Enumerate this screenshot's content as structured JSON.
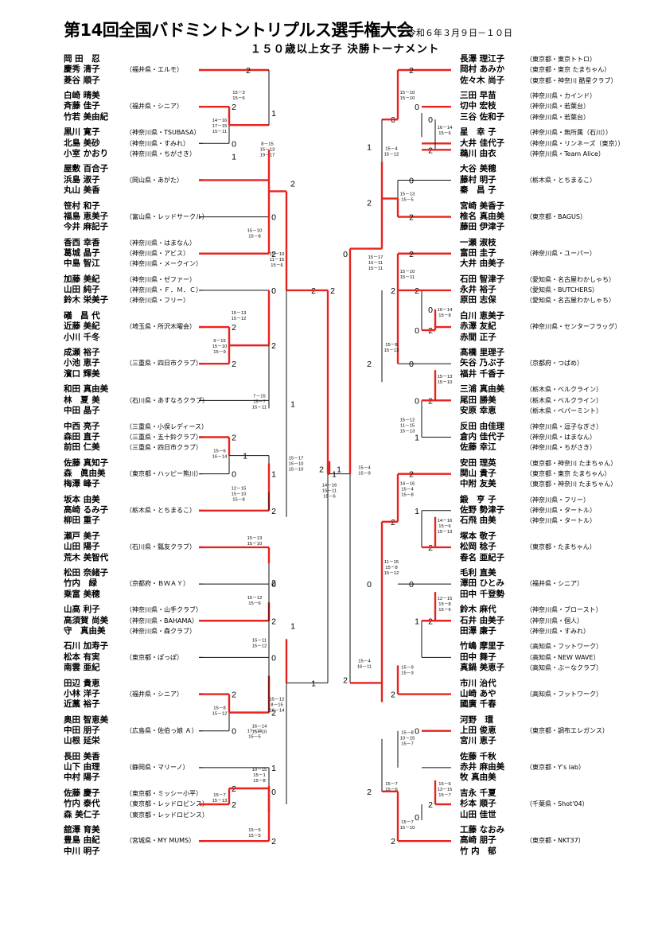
{
  "header": {
    "title": "第14回全国バドミントントリプルス選手権大会",
    "date": "令和６年３月９日－１０日",
    "subtitle": "１５０歳以上女子 決勝トーナメント"
  },
  "left": [
    {
      "p": [
        "岡 田　忍",
        "慶秀 清子",
        "菱谷 順子"
      ],
      "c": [
        "",
        "（福井県・エルモ）",
        ""
      ]
    },
    {
      "p": [
        "白崎 晴美",
        "斉藤 佳子",
        "竹若 美由紀"
      ],
      "c": [
        "",
        "（福井県・シニア）",
        ""
      ]
    },
    {
      "p": [
        "黒川 寛子",
        "北島 美砂",
        "小室 かおり"
      ],
      "c": [
        "（神奈川県・TSUBASA）",
        "（神奈川県・すみれ）",
        "（神奈川県・ちがさき）"
      ]
    },
    {
      "p": [
        "屋敷 百合子",
        "浜島 淑子",
        "丸山 美香"
      ],
      "c": [
        "",
        "（岡山県・あがた）",
        ""
      ]
    },
    {
      "p": [
        "笹村 和子",
        "福島 恵美子",
        "今井 麻記子"
      ],
      "c": [
        "",
        "（富山県・レッドサークル）",
        ""
      ]
    },
    {
      "p": [
        "香西 幸香",
        "葛城 晶子",
        "中島 智江"
      ],
      "c": [
        "（神奈川県・はまなん）",
        "（神奈川県・アビス）",
        "（神奈川県・メークイン）"
      ]
    },
    {
      "p": [
        "加藤 美紀",
        "山田 純子",
        "鈴木 栄美子"
      ],
      "c": [
        "（神奈川県・ゼファー）",
        "（神奈川県・Ｆ．Ｍ．Ｃ）",
        "（神奈川県・フリー）"
      ]
    },
    {
      "p": [
        "礒　昌 代",
        "近藤 美紀",
        "小川 千冬"
      ],
      "c": [
        "",
        "（埼玉県・所沢木曜会）",
        ""
      ]
    },
    {
      "p": [
        "成瀬 裕子",
        "小池 恵子",
        "濱口 輝美"
      ],
      "c": [
        "",
        "（三重県・四日市クラブ）",
        ""
      ]
    },
    {
      "p": [
        "和田 真由美",
        "林　夏 美",
        "中田 晶子"
      ],
      "c": [
        "",
        "（石川県・あすなろクラブ）",
        ""
      ]
    },
    {
      "p": [
        "中西 亮子",
        "森田 直子",
        "前田 仁美"
      ],
      "c": [
        "（三重県・小俣レディース）",
        "（三重県・五十鈴クラブ）",
        "（三重県・四日市クラブ）"
      ]
    },
    {
      "p": [
        "佐藤 真知子",
        "森　眞由美",
        "梅澤 峰子"
      ],
      "c": [
        "",
        "（東京都・ハッピー熊川）",
        ""
      ]
    },
    {
      "p": [
        "坂本 由美",
        "高崎 るみ子",
        "柳田 重子"
      ],
      "c": [
        "",
        "（栃木県・とちまるこ）",
        ""
      ]
    },
    {
      "p": [
        "瀬戸 美子",
        "山田 陽子",
        "荒木 美智代"
      ],
      "c": [
        "",
        "（石川県・瓢友クラブ）",
        ""
      ]
    },
    {
      "p": [
        "松田 奈緒子",
        "竹内　緑",
        "乗富 美穂"
      ],
      "c": [
        "",
        "（京都府・ＢＷＡＹ）",
        ""
      ]
    },
    {
      "p": [
        "山高 利子",
        "高須賀 尚美",
        "守　真由美"
      ],
      "c": [
        "（神奈川県・山手クラブ）",
        "（神奈川県・BAHAMA）",
        "（神奈川県・森クラブ）"
      ]
    },
    {
      "p": [
        "石川 加寿子",
        "松本 有実",
        "南雲 亜紀"
      ],
      "c": [
        "",
        "（東京都・ぽっぽ）",
        ""
      ]
    },
    {
      "p": [
        "田辺 貴恵",
        "小林 洋子",
        "近藁 裕子"
      ],
      "c": [
        "",
        "（福井県・シニア）",
        ""
      ]
    },
    {
      "p": [
        "奥田 智恵美",
        "中田 朋子",
        "山根 延栄"
      ],
      "c": [
        "",
        "（広島県・佐伯っ娘 Ａ）",
        ""
      ]
    },
    {
      "p": [
        "長田 美香",
        "山下 由理",
        "中村 陽子"
      ],
      "c": [
        "",
        "（静岡県・マリーノ）",
        ""
      ]
    },
    {
      "p": [
        "佐藤 慶子",
        "竹内 泰代",
        "森 美仁子"
      ],
      "c": [
        "（東京都・ミッシー小平）",
        "（東京都・レッドロビンス）",
        "（東京都・レッドロビンス）"
      ]
    },
    {
      "p": [
        "舘澤 育美",
        "豊島 由紀",
        "中川 明子"
      ],
      "c": [
        "",
        "（宮城県・MY MUMS）",
        ""
      ]
    }
  ],
  "right": [
    {
      "p": [
        "長澤 理江子",
        "岡村 あみか",
        "佐々木 尚子"
      ],
      "c": [
        "（東京都・東京トトロ）",
        "（東京都・東京 たまちゃん）",
        "（東京都・神奈川 酷星クラブ）"
      ]
    },
    {
      "p": [
        "三田 早苗",
        "切中 宏枝",
        "三谷 佐和子"
      ],
      "c": [
        "（神奈川県・カインド）",
        "（神奈川県・若葉台）",
        "（神奈川県・若葉台）"
      ]
    },
    {
      "p": [
        "星　幸 子",
        "大井 佳代子",
        "鵜川 由衣"
      ],
      "c": [
        "（神奈川県・無所属（石川））",
        "（神奈川県・リンネーズ（東京））",
        "（神奈川県・Team Alice）"
      ]
    },
    {
      "p": [
        "大谷 美穂",
        "藤村 明子",
        "秦　昌 子"
      ],
      "c": [
        "",
        "（栃木県・とちまるこ）",
        ""
      ]
    },
    {
      "p": [
        "宮崎 美香子",
        "椎名 真由美",
        "藤田 伊津子"
      ],
      "c": [
        "",
        "（東京都・BAGUS）",
        ""
      ]
    },
    {
      "p": [
        "一瀬 淑枝",
        "富田 圭子",
        "大井 由美子"
      ],
      "c": [
        "",
        "（神奈川県・ユーパー）",
        ""
      ]
    },
    {
      "p": [
        "石田 智津子",
        "永井 裕子",
        "原田 志保"
      ],
      "c": [
        "（愛知県・名古屋わかしゃち）",
        "（愛知県・BUTCHERS）",
        "（愛知県・名古屋わかしゃち）"
      ]
    },
    {
      "p": [
        "白川 恵美子",
        "赤澤 友紀",
        "赤間 正子"
      ],
      "c": [
        "",
        "（神奈川県・センターフラッグ）",
        ""
      ]
    },
    {
      "p": [
        "髙橋 里理子",
        "矢谷 乃ぶ子",
        "福井 千香子"
      ],
      "c": [
        "",
        "（京都府・つばめ）",
        ""
      ]
    },
    {
      "p": [
        "三浦 真由美",
        "尾田 勝美",
        "安原 幸恵"
      ],
      "c": [
        "（栃木県・ベルクライン）",
        "（栃木県・ベルクライン）",
        "（栃木県・ベパーミント）"
      ]
    },
    {
      "p": [
        "反田 由佳理",
        "倉内 佳代子",
        "佐藤 幸江"
      ],
      "c": [
        "（神奈川県・逗子なぎさ）",
        "（神奈川県・はまなん）",
        "（神奈川県・ちがさき）"
      ]
    },
    {
      "p": [
        "安田 理英",
        "関山 貴子",
        "中附 友美"
      ],
      "c": [
        "（東京都・神奈川 たまちゃん）",
        "（東京都・東京 たまちゃん）",
        "（東京都・神奈川 たまちゃん）"
      ]
    },
    {
      "p": [
        "鍛　亨 子",
        "佐野 勢津子",
        "石飛 由美"
      ],
      "c": [
        "（神奈川県・フリー）",
        "（神奈川県・タートル）",
        "（神奈川県・タートル）"
      ]
    },
    {
      "p": [
        "塚本 敬子",
        "松岡 稔子",
        "春名 亜紀子"
      ],
      "c": [
        "",
        "（東京都・たまちゃん）",
        ""
      ]
    },
    {
      "p": [
        "毛利 直美",
        "澤田 ひとみ",
        "田中 千登勢"
      ],
      "c": [
        "",
        "（福井県・シニア）",
        ""
      ]
    },
    {
      "p": [
        "鈴木 麻代",
        "石井 由美子",
        "田澤 廉子"
      ],
      "c": [
        "（神奈川県・ブロースト）",
        "（神奈川県・個人）",
        "（神奈川県・すみれ）"
      ]
    },
    {
      "p": [
        "竹嶋 摩里子",
        "田中 舞子",
        "真鍋 美恵子"
      ],
      "c": [
        "（高知県・フットワーク）",
        "（高知県・NEW WAVE）",
        "（高知県・ぶーなクラブ）"
      ]
    },
    {
      "p": [
        "市川 治代",
        "山崎 あや",
        "國廣 千春"
      ],
      "c": [
        "",
        "（高知県・フットワーク）",
        ""
      ]
    },
    {
      "p": [
        "河野　環",
        "上田 俊恵",
        "宮川 恵子"
      ],
      "c": [
        "",
        "（東京都・調布エレガンス）",
        ""
      ]
    },
    {
      "p": [
        "佐藤 千秋",
        "赤井 麻由美",
        "牧 真由美"
      ],
      "c": [
        "",
        "（東京都・Y's lab）",
        ""
      ]
    },
    {
      "p": [
        "吉永 千夏",
        "杉本 順子",
        "山田 佳世"
      ],
      "c": [
        "",
        "（千葉県・Shot'04）",
        ""
      ]
    },
    {
      "p": [
        "工藤 なおみ",
        "高崎 朋子",
        "竹 内　郁"
      ],
      "c": [
        "",
        "（東京都・NKT37）",
        ""
      ]
    }
  ],
  "scores": {
    "L1": [
      "15－3",
      "15－6"
    ],
    "L2": [
      "14－16",
      "17－15",
      "15－11"
    ],
    "L3": [
      "8－15",
      "15－13",
      "19－17"
    ],
    "L4": [
      "15－10",
      "15－8"
    ],
    "L5": [
      "15－10",
      "11－15",
      "15－6"
    ],
    "L6": [
      "15－13",
      "15－12"
    ],
    "L7": [
      "9－15",
      "15－10",
      "15－9"
    ],
    "L8": [
      "7－15",
      "15－7",
      "15－11"
    ],
    "L9": [
      "15－6",
      "16－14"
    ],
    "L10": [
      "12－15",
      "15－10",
      "15－8"
    ],
    "L11": [
      "15－17",
      "15－10",
      "15－10"
    ],
    "L12": [
      "15－13",
      "15－10"
    ],
    "L13": [
      "15－12",
      "15－6"
    ],
    "L14": [
      "15－11",
      "15－12"
    ],
    "L15": [
      "15－8",
      "15－12"
    ],
    "L16": [
      "17－15",
      "15－5"
    ],
    "L17": [
      "15－12",
      "8－15",
      "16－14"
    ],
    "L18": [
      "16－14",
      "15－10"
    ],
    "L19": [
      "10－15",
      "15－1",
      "15－8"
    ],
    "L20": [
      "15－7",
      "15－13"
    ],
    "L21": [
      "15－5",
      "15－5"
    ],
    "F": [
      "14－16",
      "15－11",
      "15－6"
    ],
    "R11": [
      "15－4",
      "15－9"
    ],
    "R1": [
      "15－10",
      "15－10"
    ],
    "R2": [
      "16－14",
      "15－6"
    ],
    "R3": [
      "15－4",
      "15－12"
    ],
    "R4": [
      "15－13",
      "15－5"
    ],
    "R5": [
      "15－17",
      "15－11",
      "15－11"
    ],
    "R6": [
      "15－10",
      "15－11"
    ],
    "R7": [
      "16－14",
      "15－8"
    ],
    "R8": [
      "15－8",
      "15－13"
    ],
    "R9": [
      "15－13",
      "15－10"
    ],
    "R10": [
      "15－12",
      "11－15",
      "15－13"
    ],
    "R12": [
      "14－16",
      "15－4",
      "15－8"
    ],
    "R13": [
      "14－16",
      "15－6",
      "15－13"
    ],
    "R14": [
      "11－15",
      "15－8",
      "15－12"
    ],
    "R15": [
      "12－15",
      "15－8",
      "15－6"
    ],
    "R16": [
      "15－9",
      "15－3"
    ],
    "R17": [
      "15－4",
      "16－11"
    ],
    "R18": [
      "15－8",
      "10－15",
      "15－7"
    ],
    "R19": [
      "15－7",
      "15－6"
    ],
    "R20": [
      "15－6",
      "13－15",
      "15－7"
    ],
    "R21": [
      "15－7",
      "15－10"
    ]
  }
}
